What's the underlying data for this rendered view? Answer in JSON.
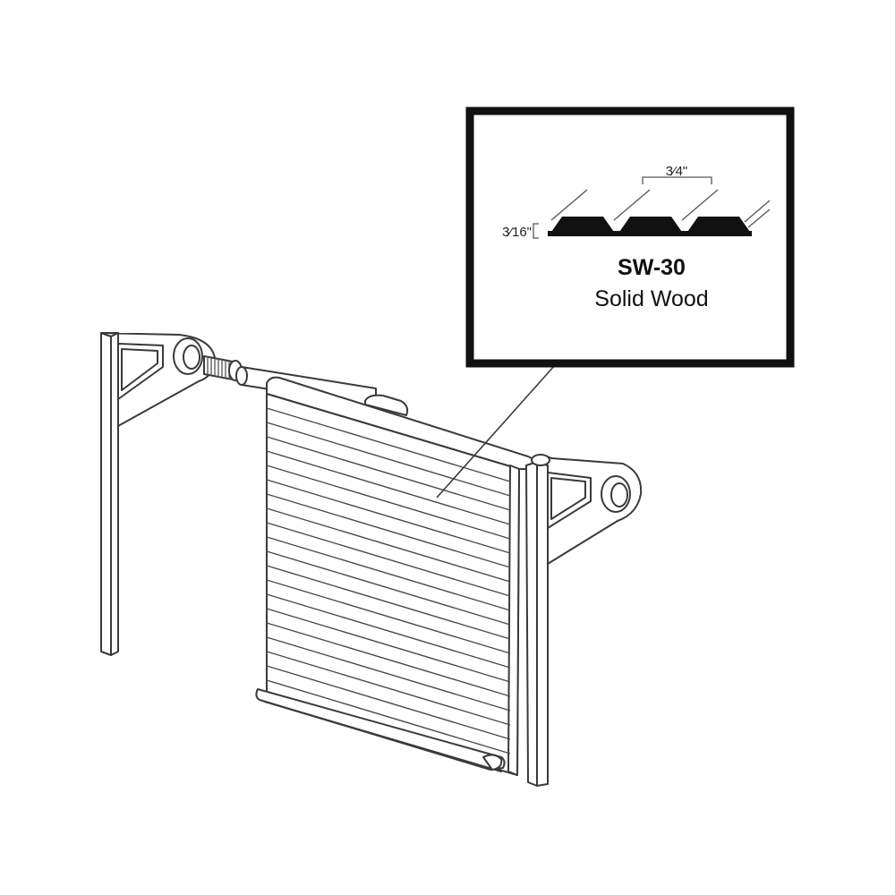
{
  "detail": {
    "width_dimension": "3⁄4\"",
    "thickness_dimension": "3⁄16\"",
    "model": "SW-30",
    "material": "Solid Wood"
  },
  "colors": {
    "line": "#3a3a3a",
    "panel_fill": "#111111",
    "background": "#ffffff"
  }
}
